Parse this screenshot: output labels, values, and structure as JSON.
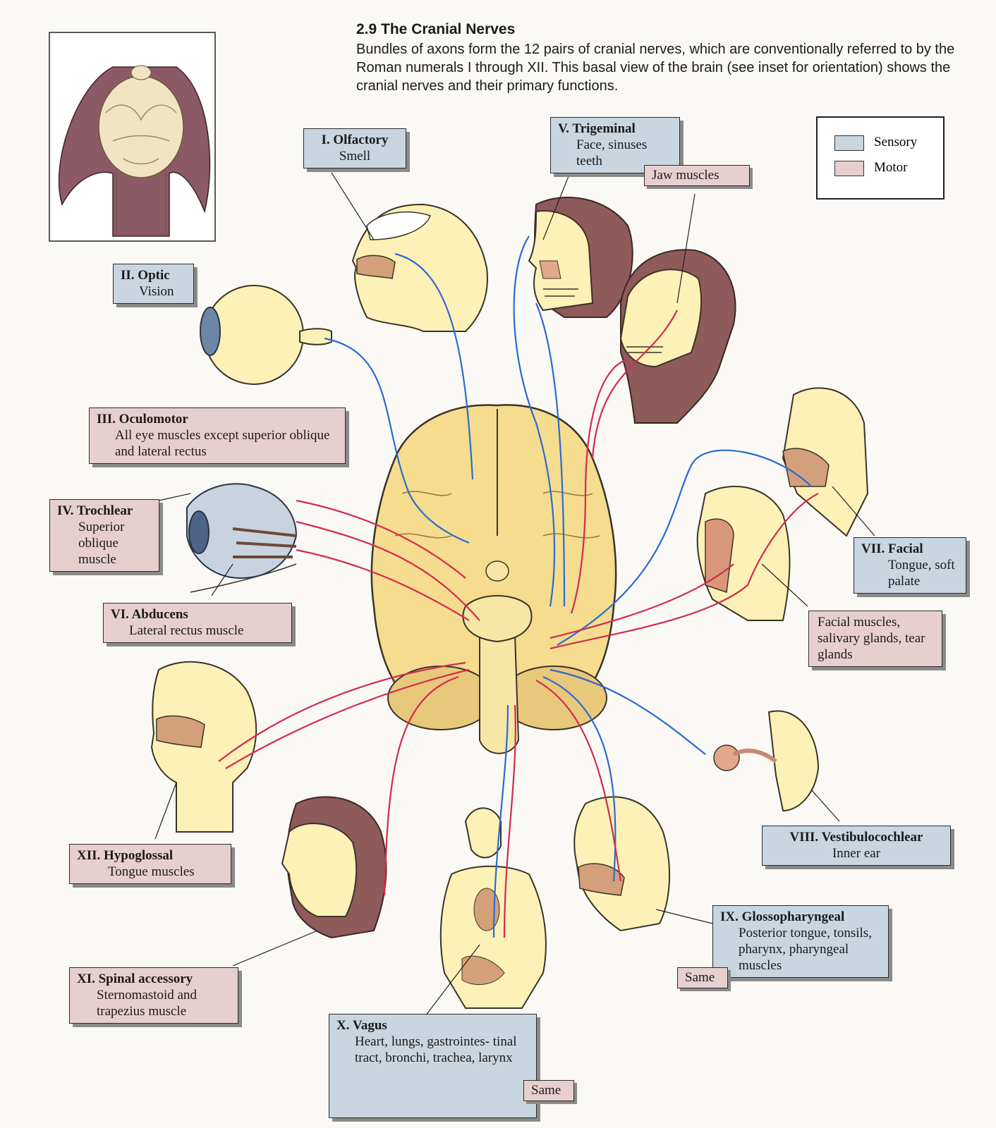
{
  "caption": {
    "title": "2.9 The Cranial Nerves",
    "body": "Bundles of axons form the 12 pairs of cranial nerves, which are conventionally referred to by the Roman numerals I through XII. This basal view of the brain (see inset for orientation) shows the cranial nerves and their primary functions."
  },
  "legend": {
    "sensory": "Sensory",
    "motor": "Motor"
  },
  "colors": {
    "sensory": "#c9d6e0",
    "motor": "#e8cfcf",
    "sensory_line": "#2a6bd1",
    "motor_line": "#d42a50"
  },
  "nerves": {
    "olfactory": {
      "name": "I. Olfactory",
      "desc": "Smell"
    },
    "optic": {
      "name": "II. Optic",
      "desc": "Vision"
    },
    "oculomotor": {
      "name": "III. Oculomotor",
      "desc": "All eye muscles except superior oblique and lateral rectus"
    },
    "trochlear": {
      "name": "IV. Trochlear",
      "desc": "Superior oblique muscle"
    },
    "trigeminal": {
      "name": "V. Trigeminal",
      "desc": "Face, sinuses teeth",
      "motor": "Jaw muscles"
    },
    "abducens": {
      "name": "VI. Abducens",
      "desc": "Lateral rectus muscle"
    },
    "facial": {
      "name": "VII. Facial",
      "desc": "Tongue, soft palate",
      "motor": "Facial muscles, salivary glands, tear glands"
    },
    "vestibulocochlear": {
      "name": "VIII. Vestibulocochlear",
      "desc": "Inner ear"
    },
    "glossopharyngeal": {
      "name": "IX. Glossopharyngeal",
      "desc": "Posterior tongue, tonsils, pharynx, pharyngeal muscles",
      "motor": "Same"
    },
    "vagus": {
      "name": "X. Vagus",
      "desc": "Heart, lungs, gastrointes- tinal tract, bronchi, trachea, larynx",
      "motor": "Same"
    },
    "spinal_accessory": {
      "name": "XI. Spinal accessory",
      "desc": "Sternomastoid and trapezius muscle"
    },
    "hypoglossal": {
      "name": "XII. Hypoglossal",
      "desc": "Tongue muscles"
    }
  }
}
